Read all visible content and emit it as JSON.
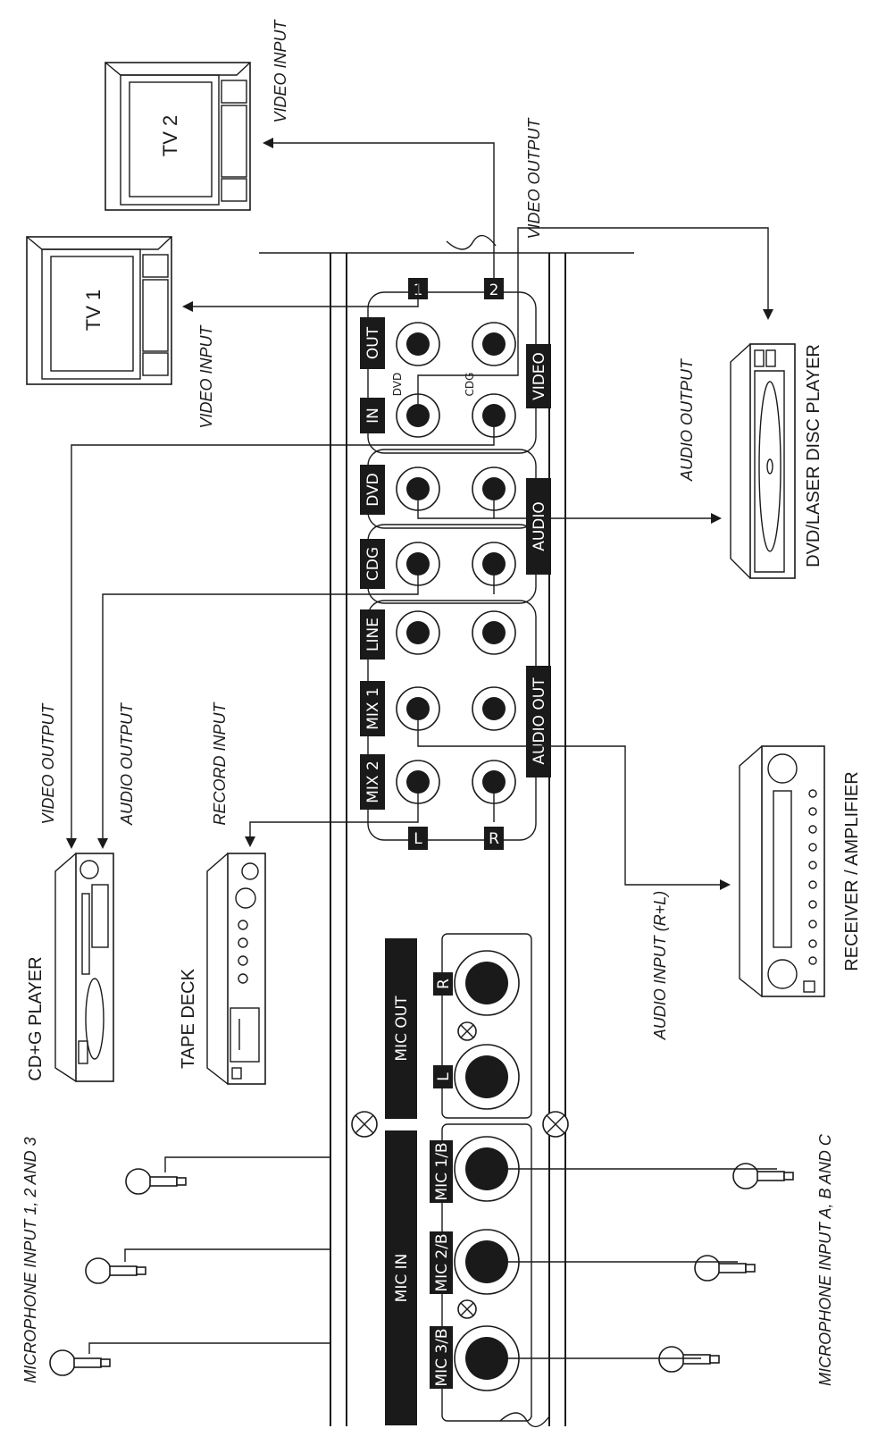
{
  "devices": {
    "tv1": "TV 1",
    "tv2": "TV 2",
    "dvd_player": "DVD/LASER DISC PLAYER",
    "receiver": "RECEIVER / AMPLIFIER",
    "cdg_player": "CD+G PLAYER",
    "tape_deck": "TAPE DECK"
  },
  "connections": {
    "video_input_tv2": "VIDEO INPUT",
    "video_input_tv1": "VIDEO INPUT",
    "video_output_top": "VIDEO OUTPUT",
    "audio_output_dvd": "AUDIO OUTPUT",
    "audio_input_receiver": "AUDIO INPUT (R+L)",
    "video_output_cdg": "VIDEO OUTPUT",
    "audio_output_cdg": "AUDIO OUTPUT",
    "record_input": "RECORD INPUT",
    "mic_input_left": "MICROPHONE INPUT 1, 2 AND 3",
    "mic_input_right": "MICROPHONE INPUT A, B AND C"
  },
  "panel": {
    "video_out": "OUT",
    "video_in": "IN",
    "dvd_small": "DVD",
    "cdg_small": "CDG",
    "video_group": "VIDEO",
    "num_1": "1",
    "num_2": "2",
    "dvd": "DVD",
    "cdg": "CDG",
    "audio_group": "AUDIO",
    "line": "LINE",
    "mix1": "MIX 1",
    "mix2": "MIX 2",
    "audio_out": "AUDIO OUT",
    "left": "L",
    "right": "R",
    "mic_out": "MIC OUT",
    "mic_out_l": "L",
    "mic_out_r": "R",
    "mic_in": "MIC IN",
    "mic1": "MIC 1/B",
    "mic2": "MIC 2/B",
    "mic3": "MIC 3/B"
  }
}
